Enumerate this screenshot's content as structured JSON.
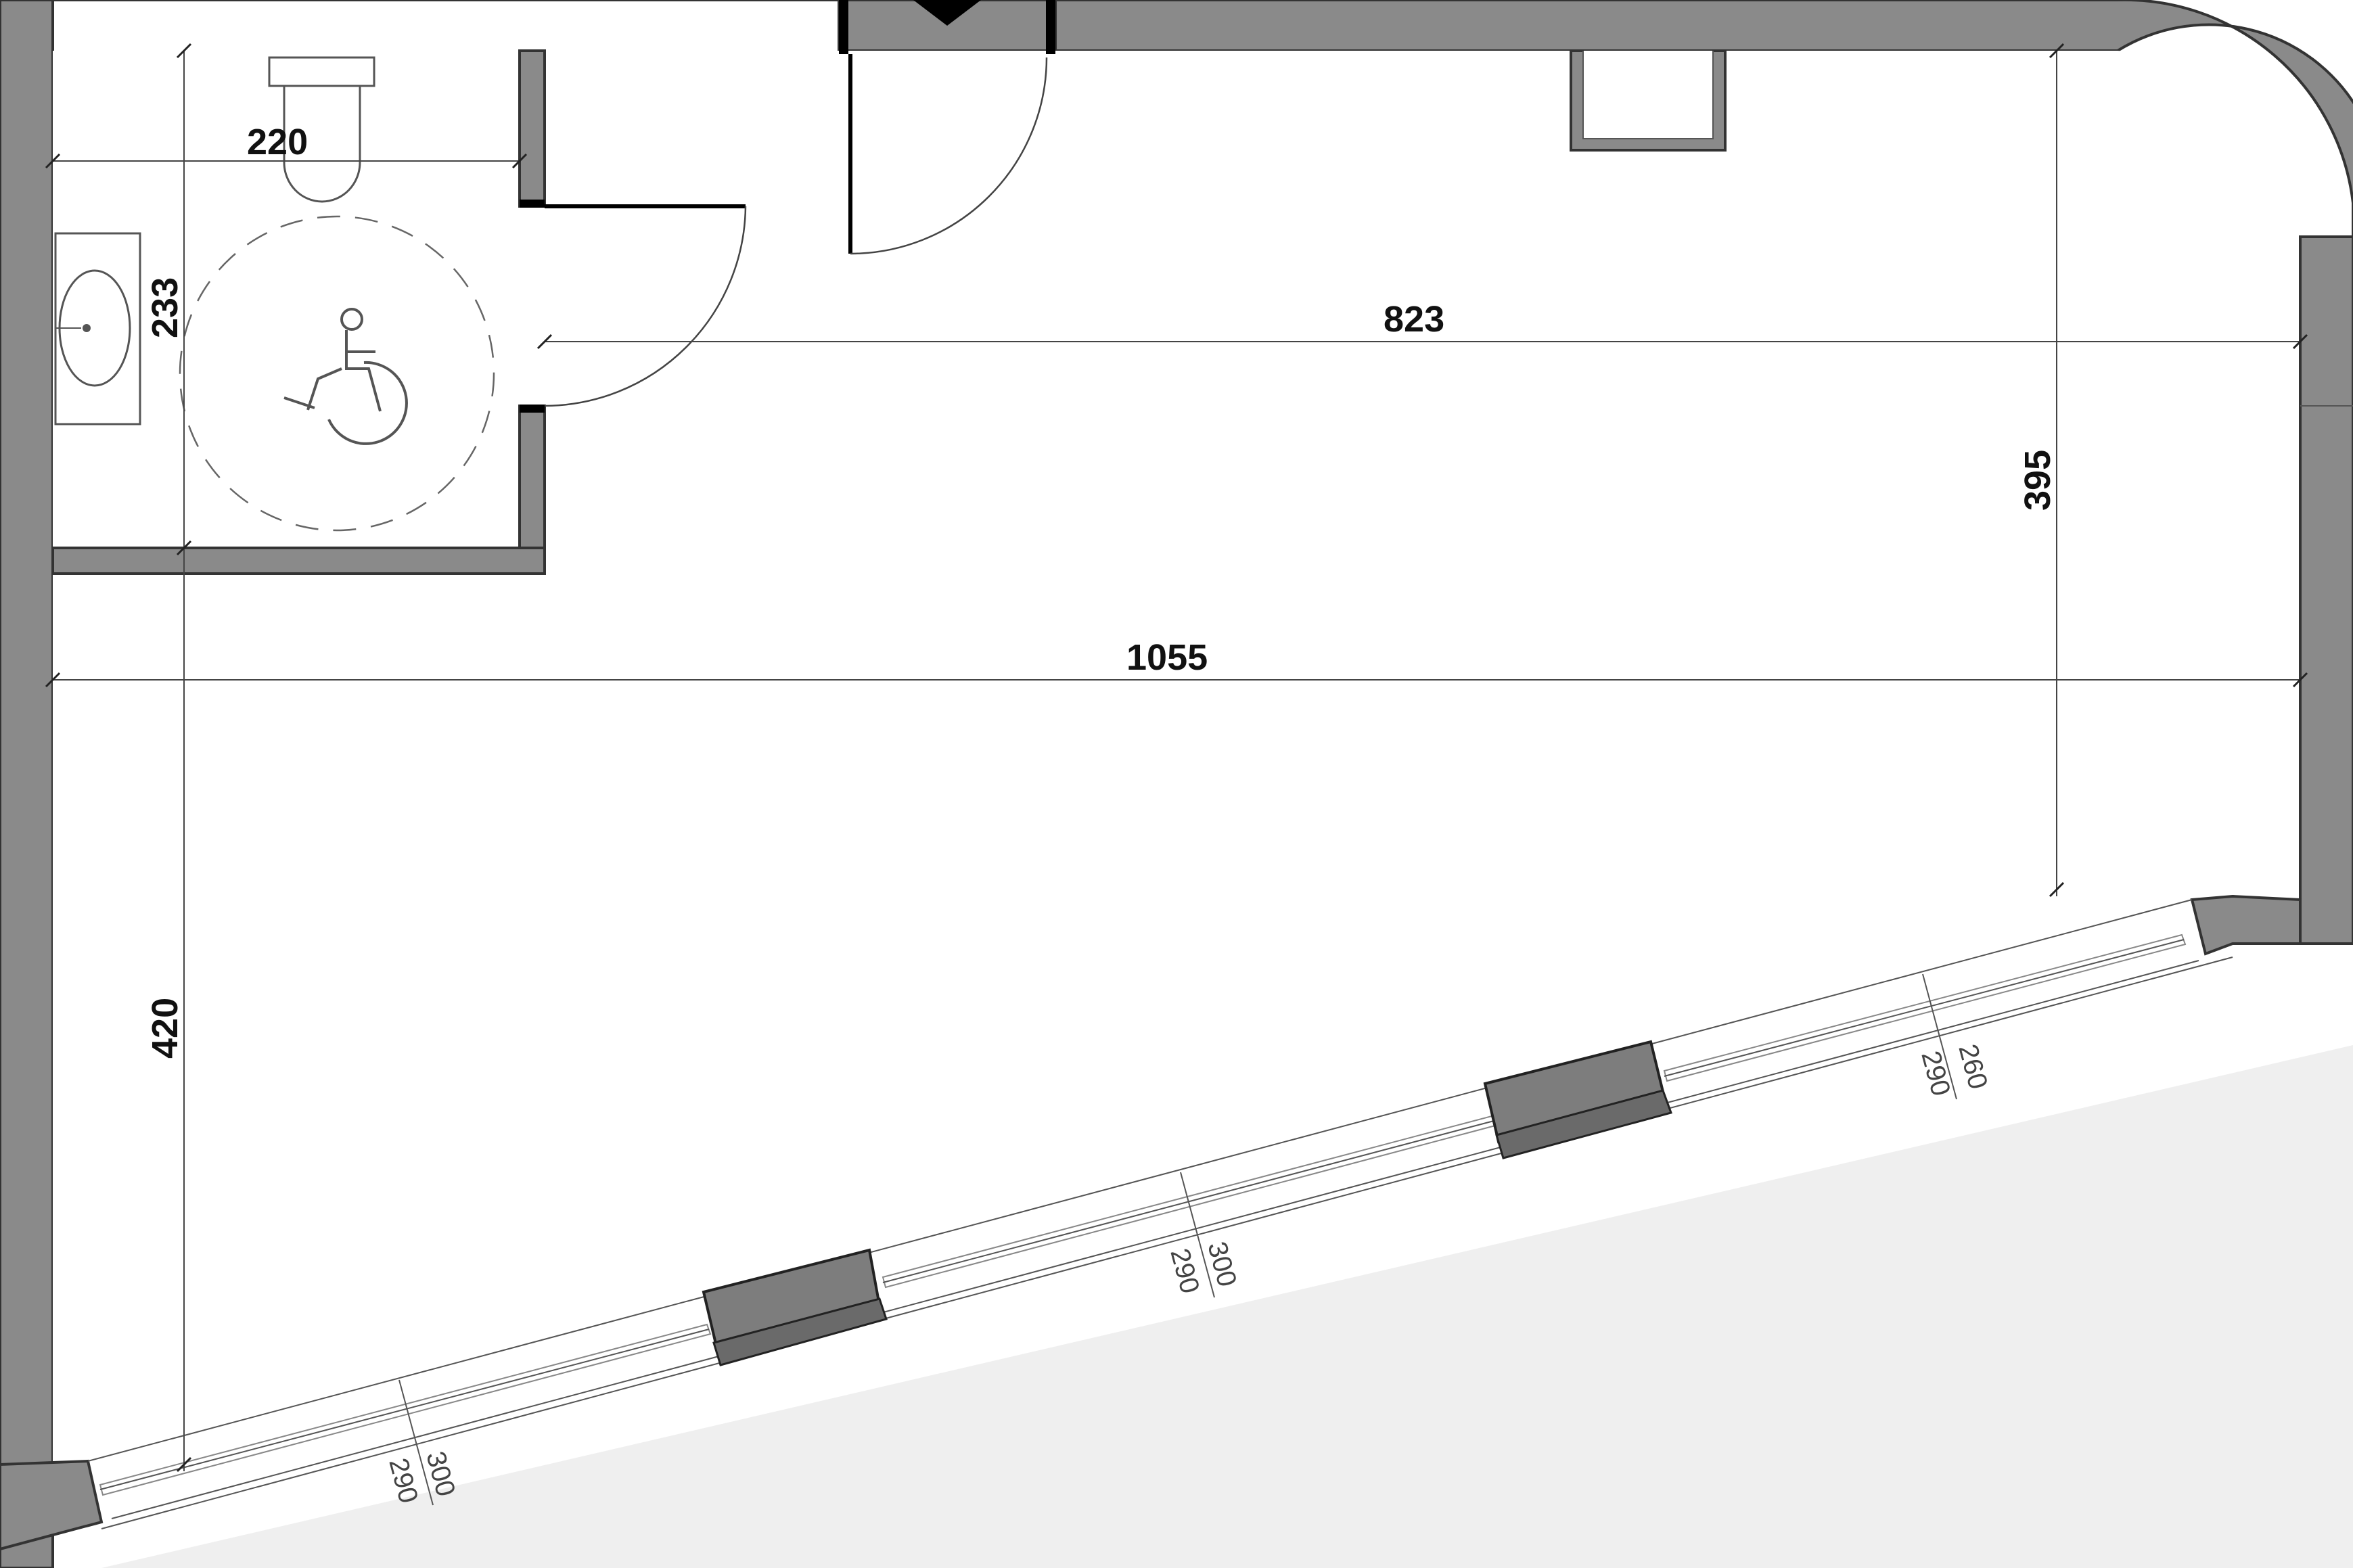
{
  "plan": {
    "dimensions": {
      "wc_width": "220",
      "wc_depth": "233",
      "room_width_upper": "823",
      "room_depth_right": "395",
      "room_width_total": "1055",
      "room_depth_left": "420"
    },
    "windows": [
      {
        "top_label": "300",
        "bottom_label": "290"
      },
      {
        "top_label": "300",
        "bottom_label": "290"
      },
      {
        "top_label": "260",
        "bottom_label": "290"
      }
    ],
    "icons": [
      "wheelchair-accessibility-icon",
      "toilet-icon",
      "washbasin-icon"
    ],
    "colors": {
      "wall": "#8a8a8a",
      "outside": "#efefef",
      "line": "#444444"
    }
  }
}
